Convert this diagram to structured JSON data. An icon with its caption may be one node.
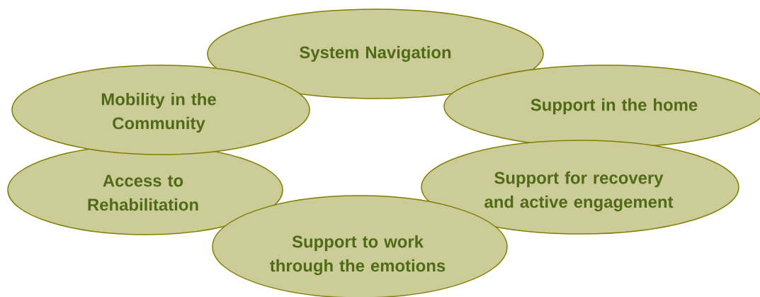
{
  "diagram": {
    "nodes": [
      {
        "text": [
          "System Navigation"
        ]
      },
      {
        "text": [
          "Mobility in the Community"
        ]
      },
      {
        "text": [
          "Support in the home"
        ]
      },
      {
        "text": [
          "Access to Rehabilitation"
        ]
      },
      {
        "text": [
          "Support for recovery and active engagement"
        ]
      },
      {
        "text": [
          "Support to work through the emotions"
        ]
      }
    ]
  }
}
